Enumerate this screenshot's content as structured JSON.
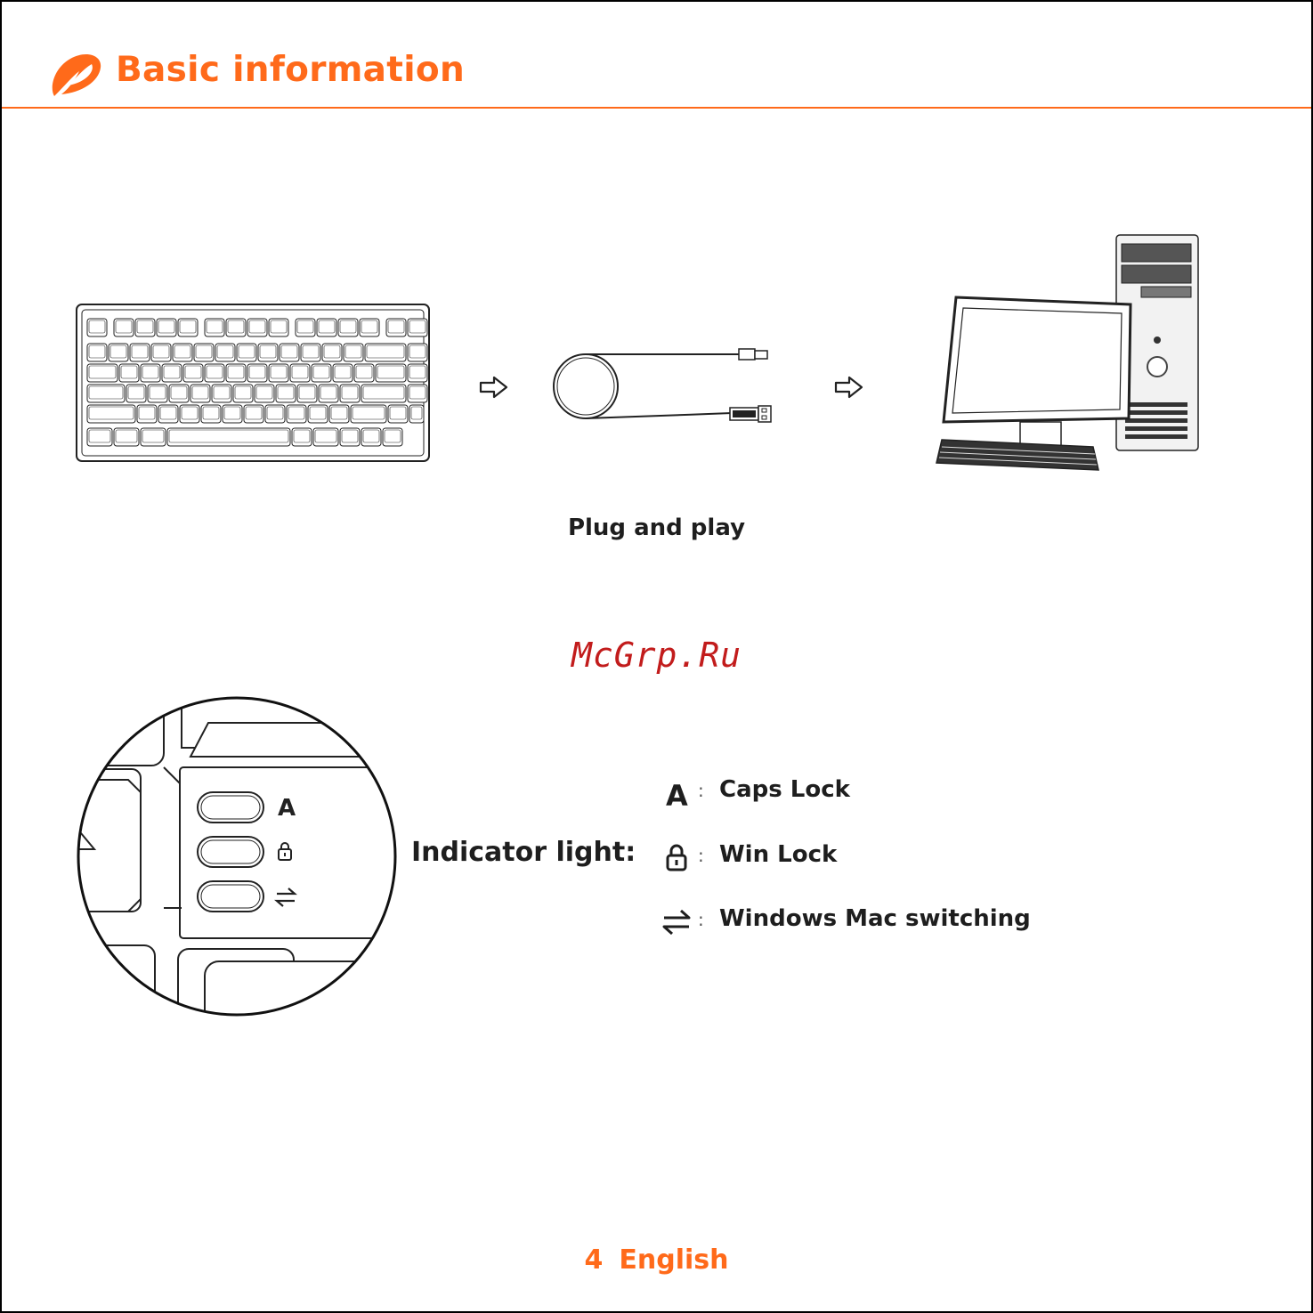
{
  "header": {
    "title": "Basic information"
  },
  "plug": {
    "caption": "Plug and play"
  },
  "watermark": "McGrp.Ru",
  "indicator": {
    "label": "Indicator light:",
    "items": [
      {
        "icon": "caps-lock-icon",
        "label": "Caps Lock"
      },
      {
        "icon": "lock-icon",
        "label": "Win Lock"
      },
      {
        "icon": "switch-arrows-icon",
        "label": "Windows Mac switching"
      }
    ],
    "separator": ":",
    "closeup_caps_letter": "A"
  },
  "footer": {
    "page": "4",
    "language": "English"
  },
  "colors": {
    "accent": "#ff6a1a",
    "watermark": "#c21c1c",
    "ink": "#1e1e1e"
  }
}
